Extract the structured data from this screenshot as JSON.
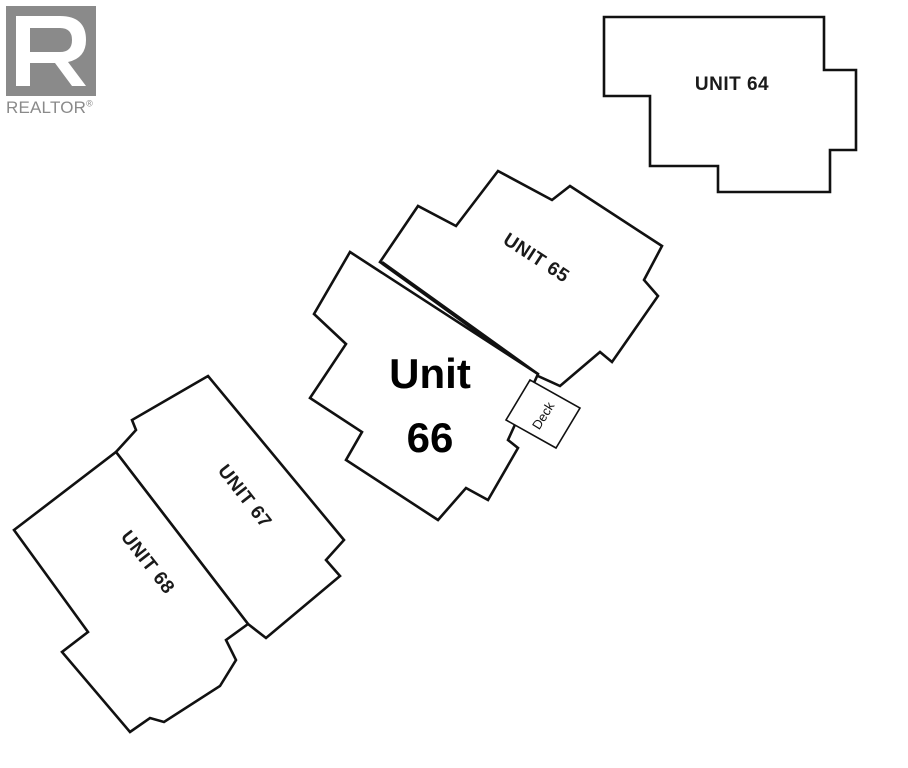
{
  "logo": {
    "wordmark": "REALTOR",
    "registered": "®",
    "color": "#8a8a8a"
  },
  "units": {
    "unit_64": "UNIT 64",
    "unit_65": "UNIT 65",
    "unit_66_line1": "Unit",
    "unit_66_line2": "66",
    "unit_67": "UNIT 67",
    "unit_68": "UNIT 68",
    "deck": "Deck"
  },
  "colors": {
    "outline": "#111111",
    "background": "#ffffff"
  }
}
